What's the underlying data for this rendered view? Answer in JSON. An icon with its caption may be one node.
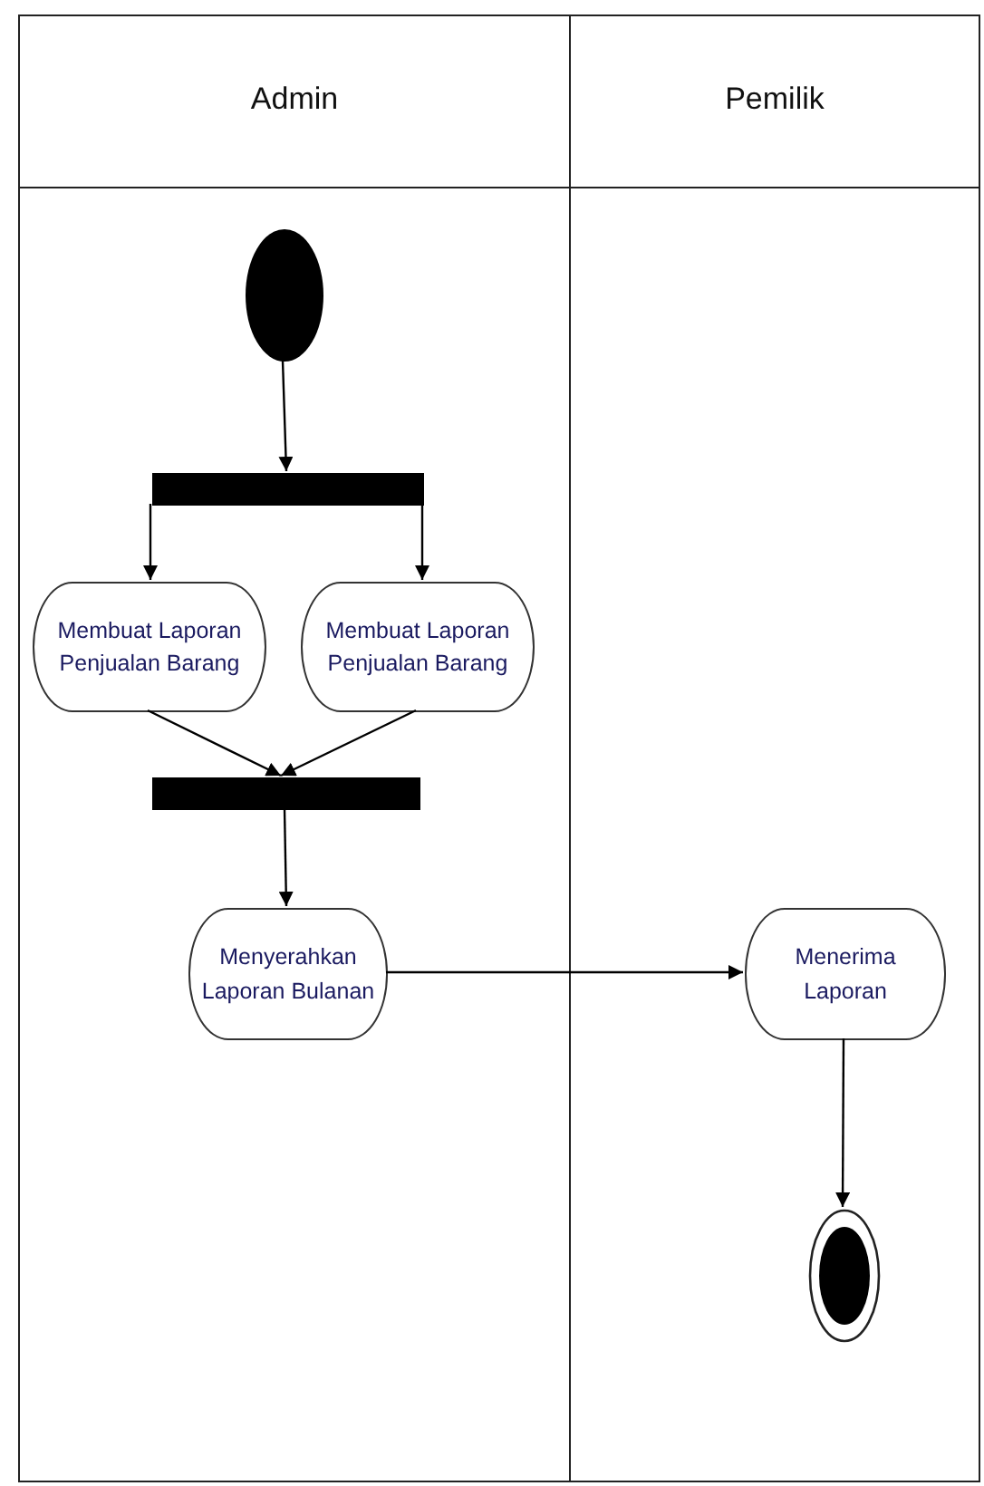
{
  "diagram": {
    "nodes": [
      {
        "text": [
          "Admin"
        ]
      },
      {
        "text": [
          "Pemilik"
        ]
      },
      {
        "text": [],
        "shape": "circle",
        "in": 0
      },
      {
        "text": [],
        "shape": "bar",
        "in": 0
      },
      {
        "text": [
          "Membuat Laporan Penjualan Barang"
        ],
        "in": 0
      },
      {
        "text": [
          "Membuat Laporan Penjualan Barang"
        ],
        "in": 0
      },
      {
        "text": [],
        "shape": "bar",
        "in": 0
      },
      {
        "text": [
          "Menyerahkan Laporan Bulanan"
        ],
        "in": 0
      },
      {
        "text": [
          "Menerima Laporan"
        ],
        "in": 1
      },
      {
        "text": [],
        "shape": "circle",
        "in": 1
      }
    ],
    "edges": [
      {
        "from": 2,
        "to": 3,
        "arrow": "to"
      },
      {
        "from": 3,
        "to": 4,
        "arrow": "to"
      },
      {
        "from": 3,
        "to": 5,
        "arrow": "to"
      },
      {
        "from": 4,
        "to": 6,
        "arrow": "to"
      },
      {
        "from": 5,
        "to": 6,
        "arrow": "to"
      },
      {
        "from": 6,
        "to": 7,
        "arrow": "to"
      },
      {
        "from": 7,
        "to": 8,
        "arrow": "to"
      },
      {
        "from": 8,
        "to": 9,
        "arrow": "to"
      }
    ]
  }
}
